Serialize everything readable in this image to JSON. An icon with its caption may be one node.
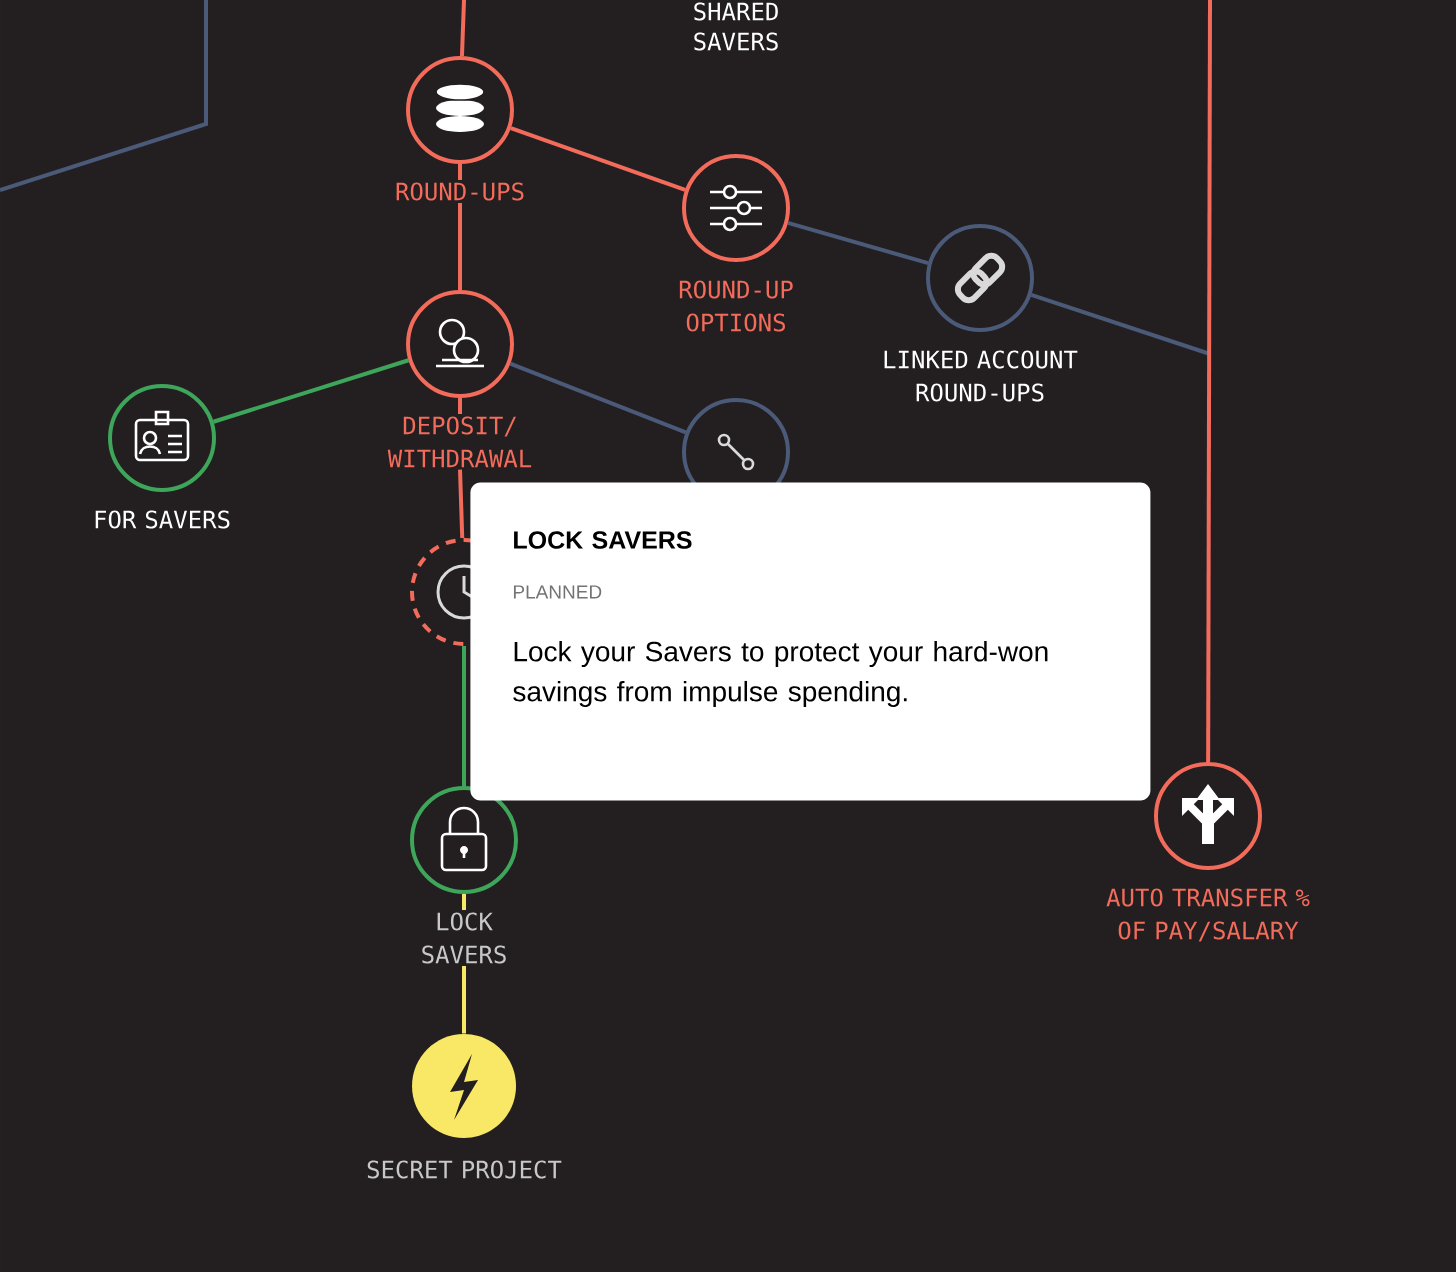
{
  "diagram": {
    "nodes": [
      {
        "text": [
          "ROUND-UPS"
        ]
      },
      {
        "text": [
          "ROUND-UP OPTIONS"
        ]
      },
      {
        "text": [
          "LINKED ACCOUNT ROUND-UPS"
        ]
      },
      {
        "text": [
          "DEPOSIT/ WITHDRAWAL"
        ]
      },
      {
        "text": [
          "FOR SAVERS"
        ]
      },
      {
        "text": [],
        "shape": "circle"
      },
      {
        "text": [],
        "shape": "circle"
      },
      {
        "text": [
          "LOCK SAVERS"
        ]
      },
      {
        "text": [
          "SECRET PROJECT"
        ]
      },
      {
        "text": [
          "AUTO TRANSFER % OF PAY/SALARY"
        ]
      },
      {
        "text": [
          "LOCK SAVERS",
          "PLANNED",
          "Lock your Savers to protect your hard-won savings from impulse spending."
        ]
      }
    ],
    "edges": [
      {
        "from": null,
        "to": 0,
        "arrow": "none"
      },
      {
        "from": 0,
        "to": 1,
        "arrow": "none"
      },
      {
        "from": 0,
        "to": 3,
        "arrow": "none"
      },
      {
        "from": 1,
        "to": 2,
        "arrow": "none",
        "color": "#4a5a78"
      },
      {
        "from": 2,
        "to": null,
        "arrow": "none",
        "color": "#4a5a78"
      },
      {
        "from": 3,
        "to": 4,
        "arrow": "none",
        "color": "#3ea65a"
      },
      {
        "from": 3,
        "to": 5,
        "arrow": "none",
        "color": "#4a5a78"
      },
      {
        "from": 3,
        "to": 6,
        "arrow": "none"
      },
      {
        "from": 6,
        "to": 7,
        "arrow": "none",
        "color": "#3ea65a"
      },
      {
        "from": 7,
        "to": 8,
        "arrow": "none",
        "color": "#f9e866"
      },
      {
        "from": null,
        "to": 9,
        "arrow": "none"
      }
    ],
    "labels": [
      "SHARED SAVERS"
    ]
  }
}
